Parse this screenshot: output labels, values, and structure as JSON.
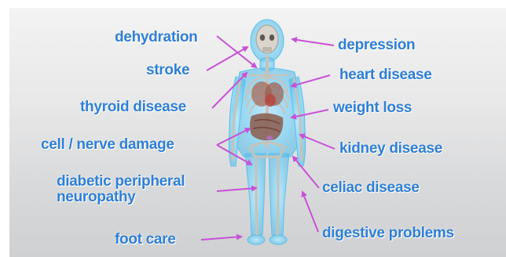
{
  "colors": {
    "label_text": "#2f7fd6",
    "arrow": "#c850d8",
    "body_glow": "#7fd3f5",
    "bone": "#c8c2b8",
    "organs": "#8b5a4c"
  },
  "labels": {
    "dehydration": "dehydration",
    "stroke": "stroke",
    "thyroid_disease": "thyroid disease",
    "cell_nerve_damage": "cell / nerve damage",
    "diabetic_peripheral": "diabetic peripheral",
    "neuropathy": "neuropathy",
    "foot_care": "foot care",
    "depression": "depression",
    "heart_disease": "heart disease",
    "weight_loss": "weight loss",
    "kidney_disease": "kidney disease",
    "celiac_disease": "celiac disease",
    "digestive_problems": "digestive problems"
  }
}
